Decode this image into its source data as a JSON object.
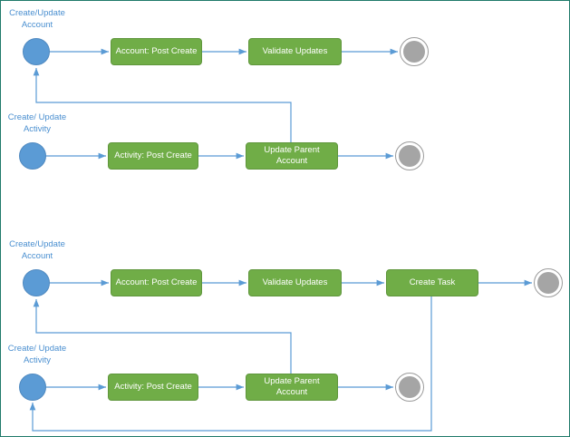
{
  "diagram1": {
    "account_label": "Create/Update\nAccount",
    "activity_label": "Create/ Update\nActivity",
    "account_post_create": "Account: Post Create",
    "validate_updates": "Validate Updates",
    "activity_post_create": "Activity: Post Create",
    "update_parent_account": "Update Parent\nAccount"
  },
  "diagram2": {
    "account_label": "Create/Update\nAccount",
    "activity_label": "Create/ Update\nActivity",
    "account_post_create": "Account: Post Create",
    "validate_updates": "Validate Updates",
    "create_task": "Create Task",
    "activity_post_create": "Activity: Post Create",
    "update_parent_account": "Update Parent\nAccount"
  },
  "colors": {
    "start_node": "#5b9bd5",
    "process_node": "#70ad47",
    "end_node": "#a5a5a5",
    "connector": "#5b9bd5",
    "label_text": "#4a8fd0"
  }
}
